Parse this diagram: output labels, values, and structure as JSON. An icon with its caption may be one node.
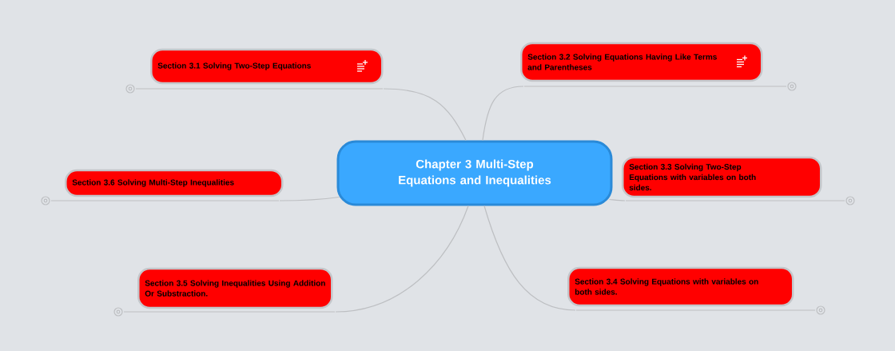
{
  "diagram": {
    "nodes": [
      {
        "text": [
          "Chapter 3 Multi-Step Equations and Inequalities"
        ]
      },
      {
        "text": [
          "Section 3.1 Solving Two-Step Equations"
        ]
      },
      {
        "text": [
          "Section 3.2 Solving Equations Having Like Terms and Parentheses"
        ]
      },
      {
        "text": [
          "Section 3.3 Solving Two-Step Equations with variables on both sides."
        ]
      },
      {
        "text": [
          "Section 3.4 Solving Equations with variables on both sides."
        ]
      },
      {
        "text": [
          "Section 3.5 Solving Inequalities Using Addition Or Substraction."
        ]
      },
      {
        "text": [
          "Section 3.6 Solving Multi-Step Inequalities"
        ]
      }
    ],
    "edges": [
      {
        "from": 0,
        "to": 1,
        "arrow": "none"
      },
      {
        "from": 0,
        "to": 2,
        "arrow": "none"
      },
      {
        "from": 0,
        "to": 3,
        "arrow": "none"
      },
      {
        "from": 0,
        "to": 4,
        "arrow": "none"
      },
      {
        "from": 0,
        "to": 5,
        "arrow": "none"
      },
      {
        "from": 0,
        "to": 6,
        "arrow": "none"
      }
    ]
  }
}
